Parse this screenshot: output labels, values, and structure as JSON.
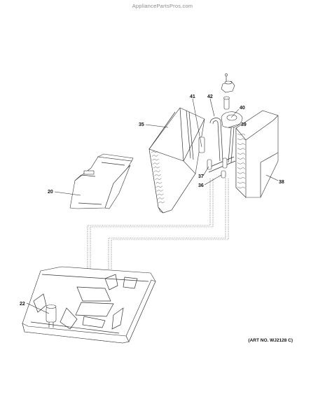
{
  "watermark": "AppliancePartsPros.com",
  "art_number": "(ART NO. WJ2128 C)",
  "callouts": [
    "41",
    "42",
    "40",
    "35",
    "39",
    "20",
    "37",
    "36",
    "38",
    "22"
  ]
}
